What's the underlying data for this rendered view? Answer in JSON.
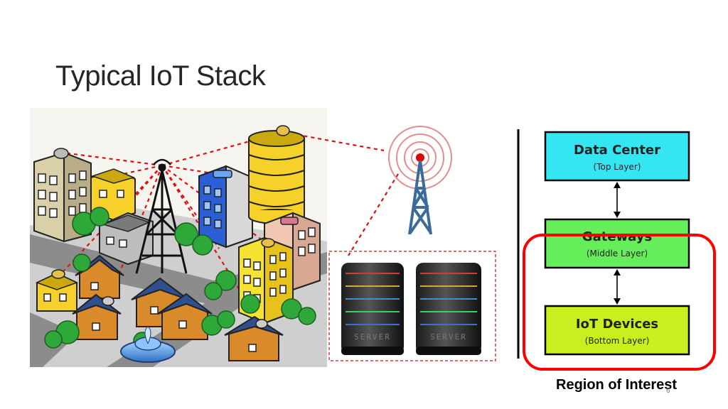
{
  "slide": {
    "title": "Typical IoT Stack",
    "page_number": "6"
  },
  "server_label": "SERVER",
  "layers": [
    {
      "name": "Data Center",
      "sub": "(Top Layer)",
      "color": "#33e6f2"
    },
    {
      "name": "Gateways",
      "sub": "(Middle Layer)",
      "color": "#66ee5a"
    },
    {
      "name": "IoT Devices",
      "sub": "(Bottom Layer)",
      "color": "#c9f01e"
    }
  ],
  "region_caption": "Region of Interest",
  "colors": {
    "highlight": "#ff0000",
    "link_dashes": "#dd1111",
    "tower": "#3a6b9a"
  }
}
